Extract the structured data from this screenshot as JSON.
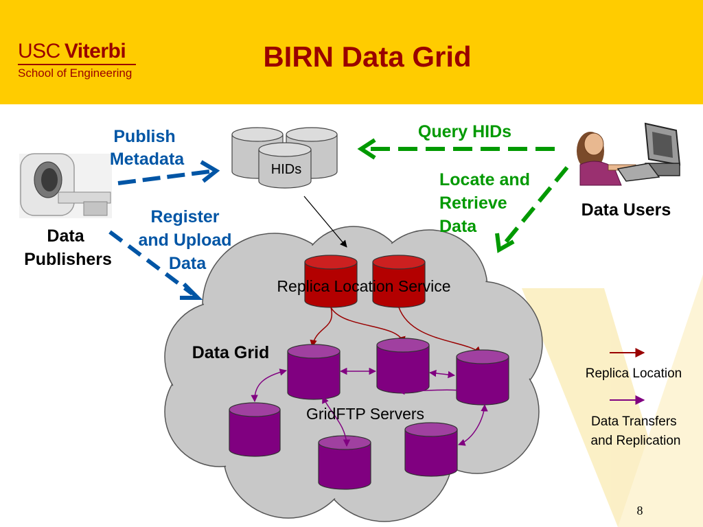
{
  "header": {
    "logo_line1_a": "USC",
    "logo_line1_b": "Viterbi",
    "logo_line2": "School of Engineering",
    "title": "BIRN Data Grid"
  },
  "diagram": {
    "hids_label": "HIDs",
    "publish_metadata": [
      "Publish",
      "Metadata"
    ],
    "register_upload": [
      "Register",
      "and Upload",
      "Data"
    ],
    "data_publishers": [
      "Data",
      "Publishers"
    ],
    "query_hids": "Query HIDs",
    "locate_retrieve": [
      "Locate and",
      "Retrieve",
      "Data"
    ],
    "data_users": "Data Users",
    "replica_location_service": "Replica Location Service",
    "data_grid": "Data Grid",
    "gridftp_servers": "GridFTP Servers"
  },
  "legend": {
    "replica_location": "Replica Location",
    "data_transfers": [
      "Data Transfers",
      "and Replication"
    ]
  },
  "colors": {
    "header_bg": "#ffcc00",
    "brand_red": "#990000",
    "blue_arrow": "#0055a5",
    "green_arrow": "#009900",
    "rls_db": "#b30000",
    "gridftp_db": "#800080",
    "cloud": "#c8c8c8"
  },
  "page_number": "8"
}
